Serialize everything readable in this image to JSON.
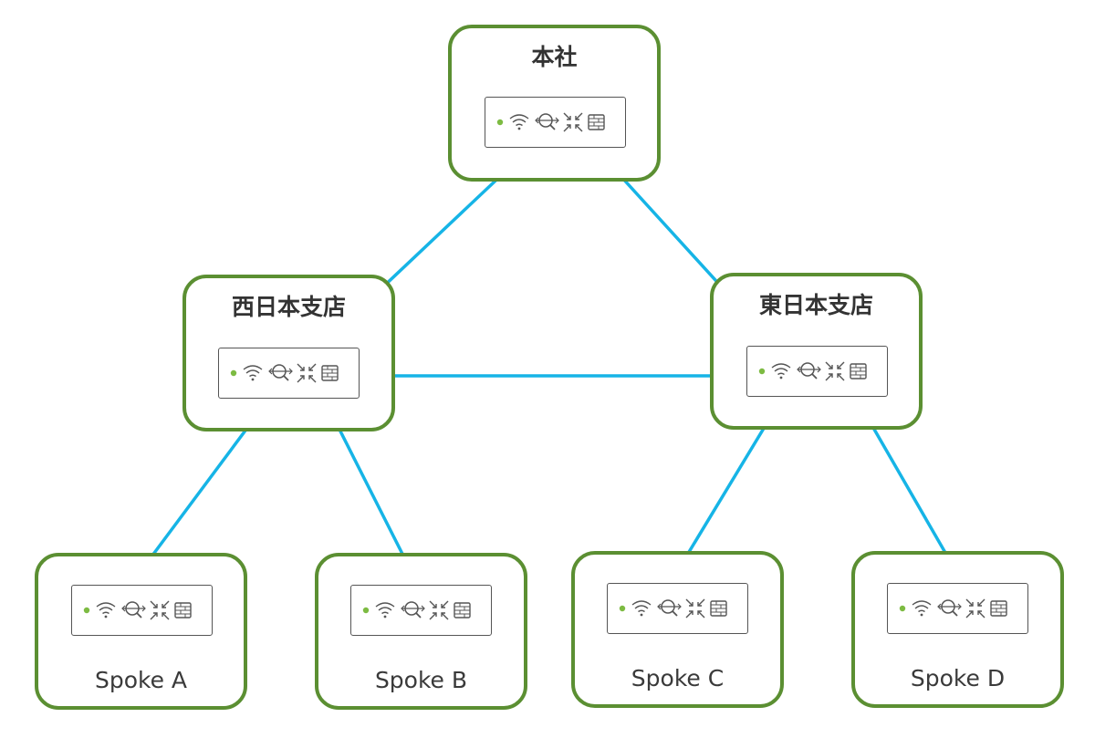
{
  "nodes": {
    "hq": {
      "label": "本社"
    },
    "west": {
      "label": "西日本支店"
    },
    "east": {
      "label": "東日本支店"
    },
    "spoke_a": {
      "label": "Spoke A"
    },
    "spoke_b": {
      "label": "Spoke B"
    },
    "spoke_c": {
      "label": "Spoke C"
    },
    "spoke_d": {
      "label": "Spoke D"
    }
  },
  "links": [
    {
      "from": "hq",
      "to": "west",
      "direction": "bidirectional"
    },
    {
      "from": "hq",
      "to": "east",
      "direction": "bidirectional"
    },
    {
      "from": "west",
      "to": "east",
      "direction": "bidirectional"
    },
    {
      "from": "west",
      "to": "spoke_a",
      "direction": "bidirectional"
    },
    {
      "from": "west",
      "to": "spoke_b",
      "direction": "bidirectional"
    },
    {
      "from": "east",
      "to": "spoke_c",
      "direction": "bidirectional"
    },
    {
      "from": "east",
      "to": "spoke_d",
      "direction": "bidirectional"
    }
  ],
  "device_icons": [
    "status-led-icon",
    "wifi-icon",
    "search-magnifier-icon",
    "collapse-arrows-icon",
    "firewall-icon"
  ],
  "colors": {
    "node_border": "#5b8f32",
    "link": "#16b4e6",
    "status_led": "#7dbb42",
    "device_stroke": "#555555"
  }
}
